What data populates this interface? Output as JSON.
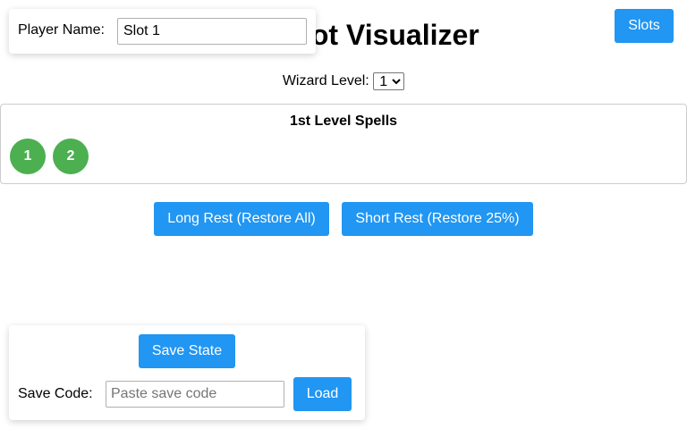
{
  "title": "Spell Slot Visualizer",
  "header": {
    "slots_label": "Slots"
  },
  "player": {
    "label": "Player Name:",
    "value": "Slot 1"
  },
  "level": {
    "label": "Wizard Level:",
    "options": [
      "1"
    ],
    "selected": "1"
  },
  "spell_levels": [
    {
      "heading": "1st Level Spells",
      "slots": [
        "1",
        "2"
      ],
      "slot_color": "#4caf50"
    }
  ],
  "rest": {
    "long_label": "Long Rest (Restore All)",
    "short_label": "Short Rest (Restore 25%)"
  },
  "save": {
    "save_state_label": "Save State",
    "code_label": "Save Code:",
    "code_placeholder": "Paste save code",
    "code_value": "",
    "load_label": "Load"
  },
  "colors": {
    "accent": "#2196f3",
    "slot_available": "#4caf50"
  }
}
